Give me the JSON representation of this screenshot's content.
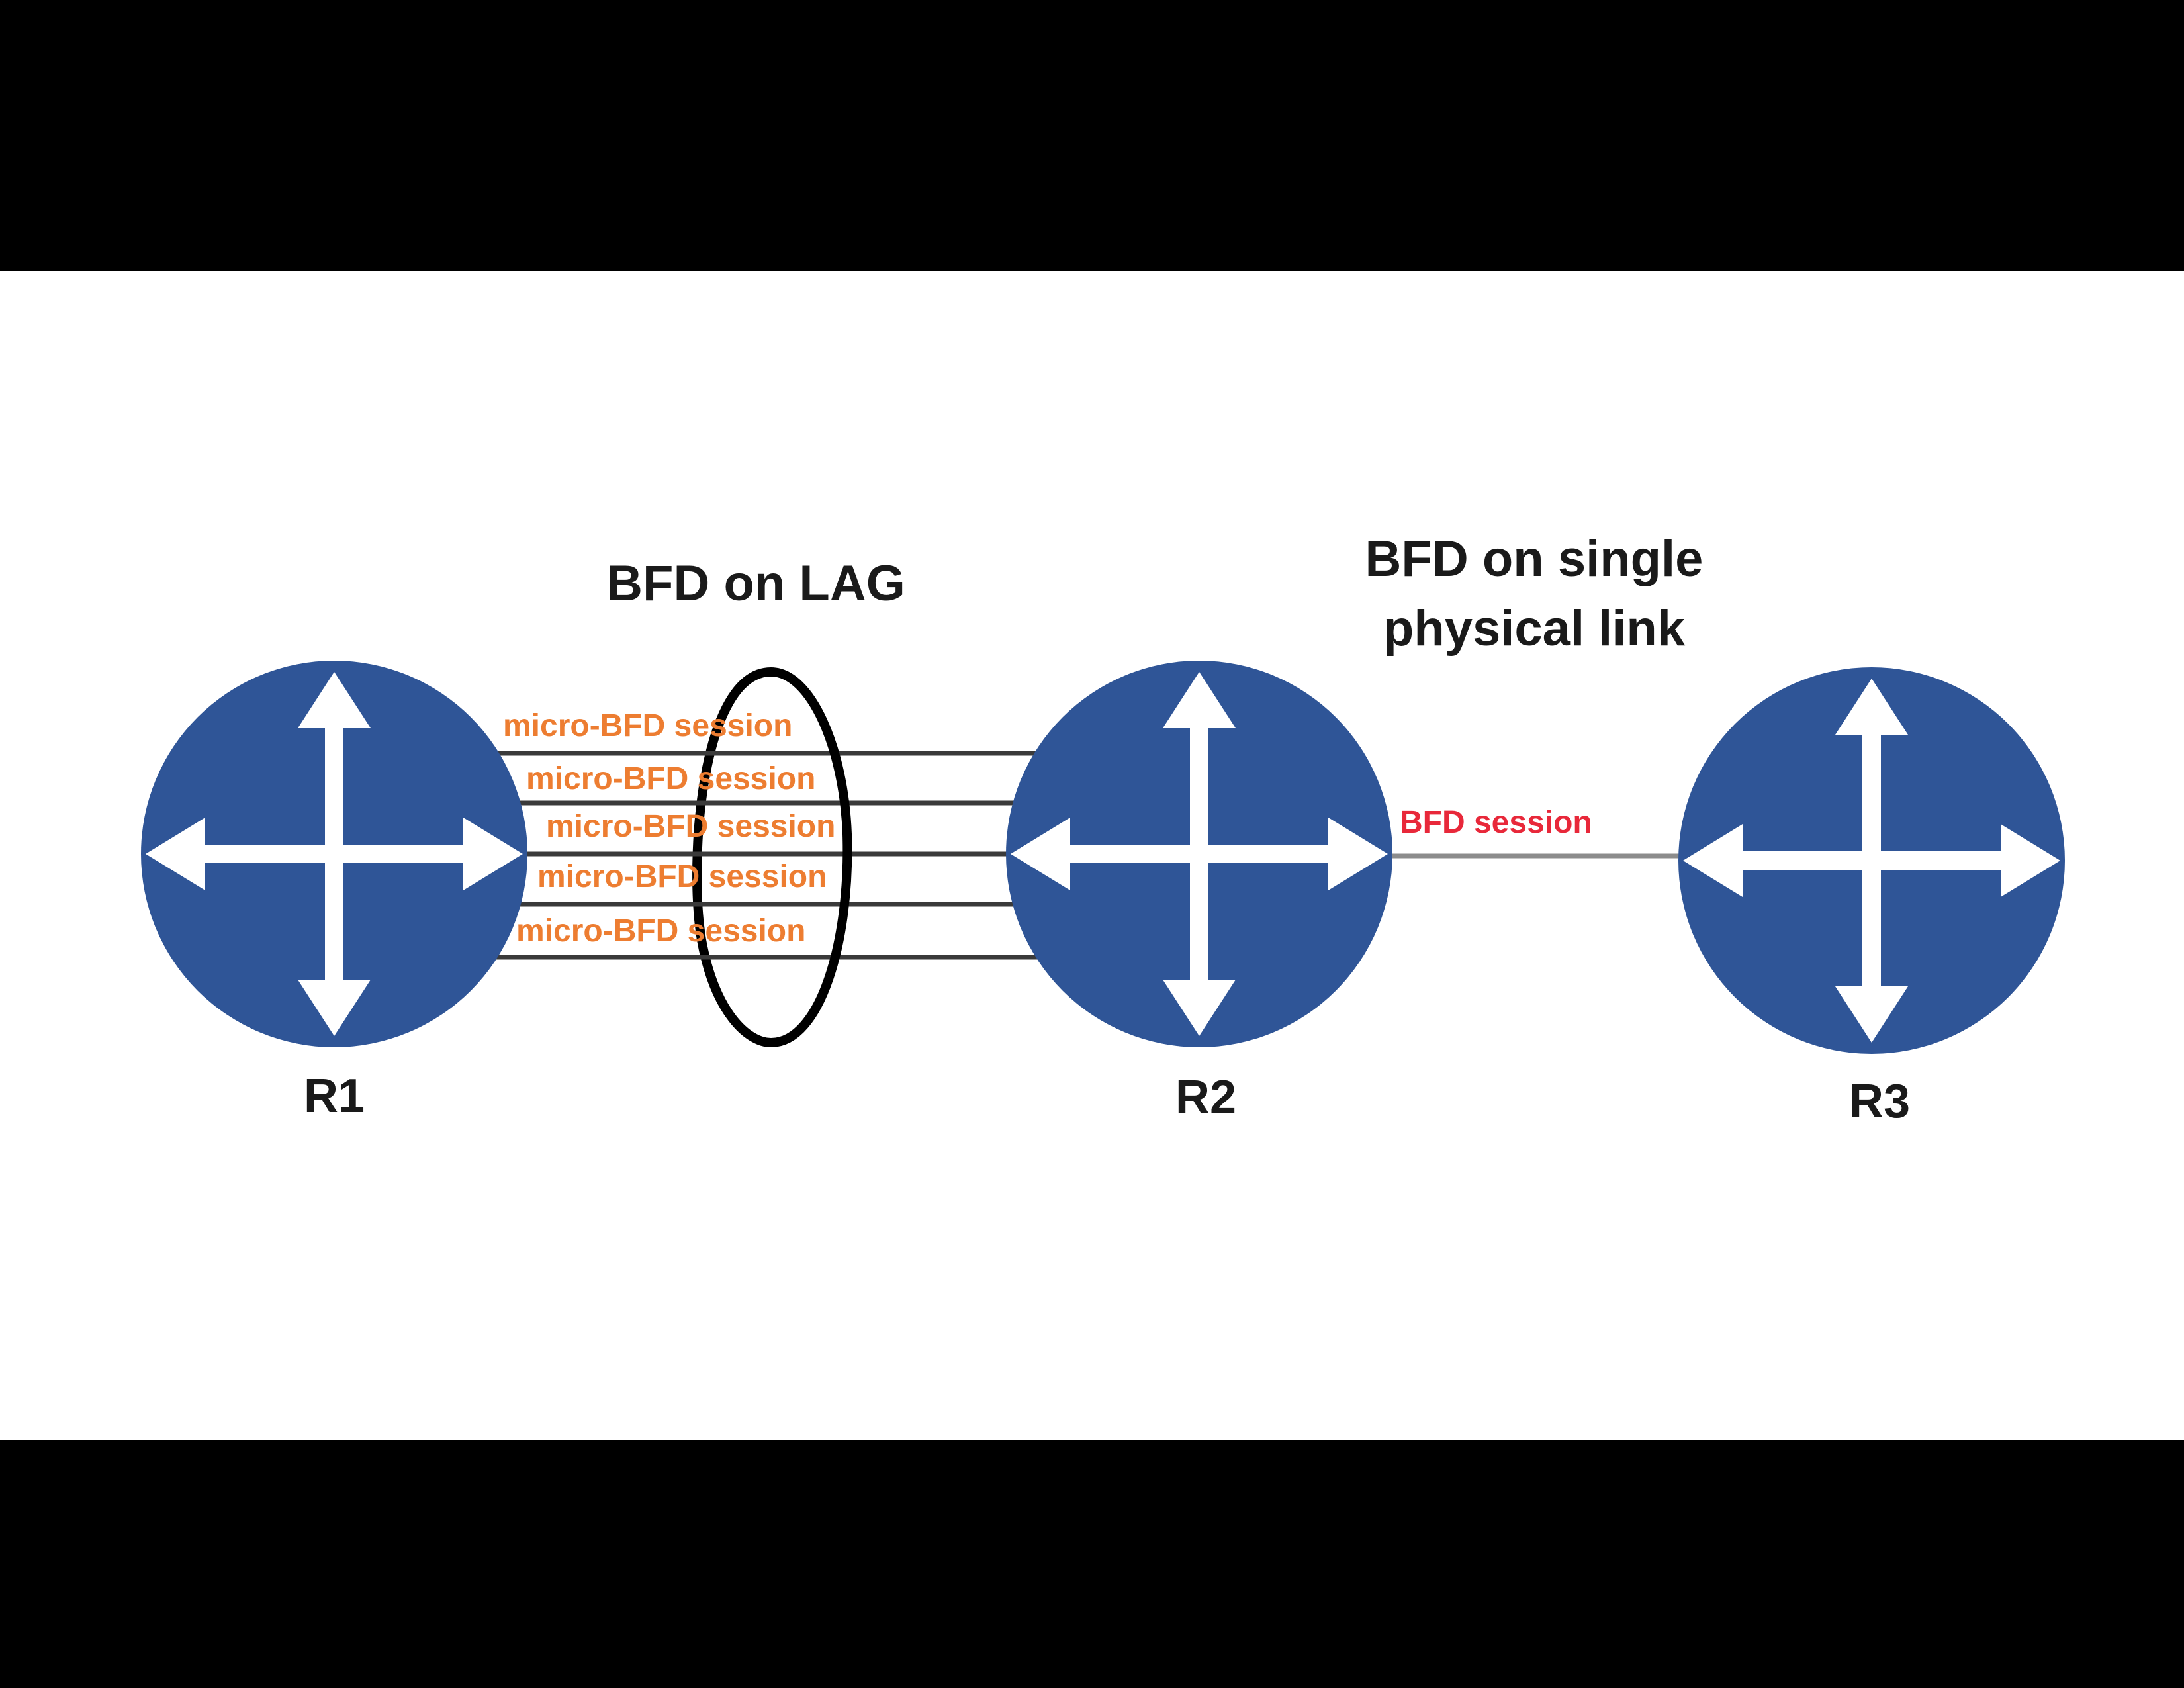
{
  "colors": {
    "background_band": "#000000",
    "canvas": "#ffffff",
    "router_fill": "#2f5597",
    "arrow": "#ffffff",
    "micro_bfd_text": "#ed7d31",
    "bfd_text": "#e8283a",
    "link_line": "#3a3a3a",
    "single_link_line": "#8c8c8c",
    "lag_ring": "#000000",
    "title_text": "#1a1a1a"
  },
  "titles": {
    "lag": "BFD on LAG",
    "single_link_line1": "BFD on single",
    "single_link_line2": "physical link"
  },
  "routers": [
    {
      "id": "R1",
      "label": "R1",
      "icon": "router-icon"
    },
    {
      "id": "R2",
      "label": "R2",
      "icon": "router-icon"
    },
    {
      "id": "R3",
      "label": "R3",
      "icon": "router-icon"
    }
  ],
  "lag_sessions": [
    "micro-BFD session",
    "micro-BFD session",
    "micro-BFD session",
    "micro-BFD session",
    "micro-BFD session"
  ],
  "single_session": "BFD session"
}
